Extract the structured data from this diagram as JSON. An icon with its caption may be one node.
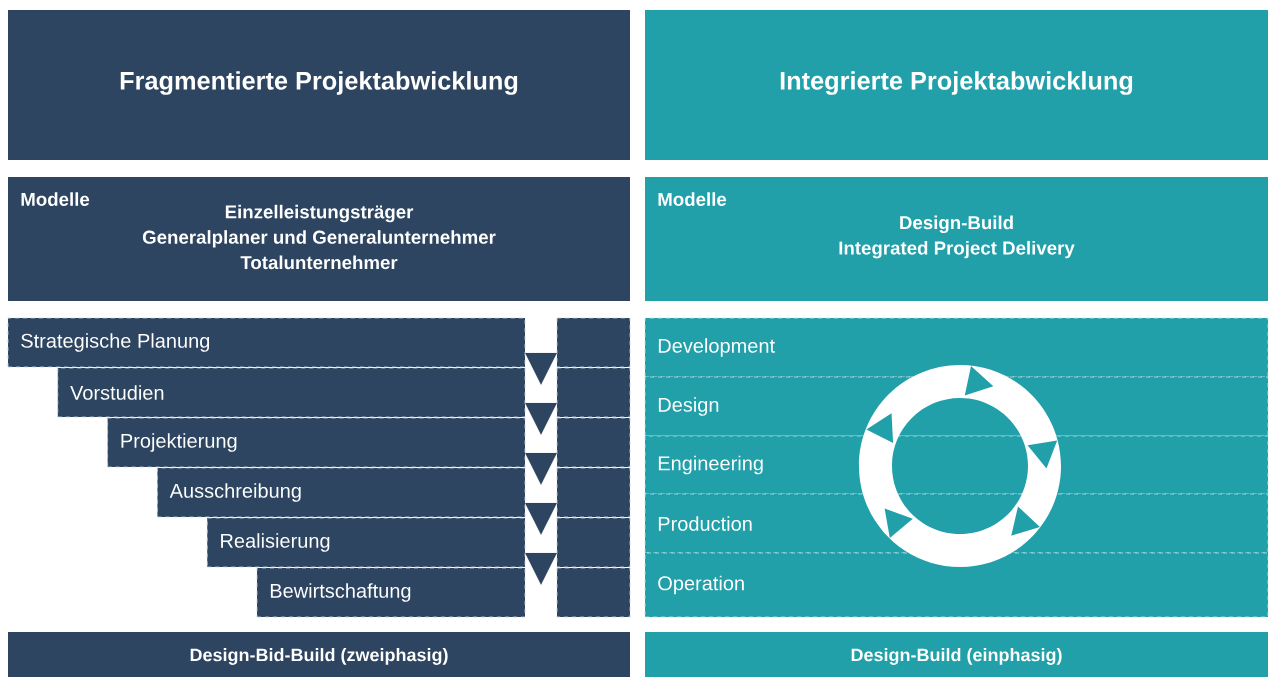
{
  "diagram": {
    "nodes": [
      {
        "text": [
          "Fragmentierte Projektabwicklung"
        ]
      },
      {
        "text": [
          "Integrierte Projektabwicklung"
        ]
      },
      {
        "text": [
          "Modelle",
          "Einzelleistungsträger",
          "Generalplaner und Generalunternehmer",
          "Totalunternehmer"
        ]
      },
      {
        "text": [
          "Modelle",
          "Design-Build",
          "Integrated Project Delivery"
        ]
      },
      {
        "text": [
          "Strategische Planung"
        ]
      },
      {
        "text": [
          "Vorstudien"
        ]
      },
      {
        "text": [
          "Projektierung"
        ]
      },
      {
        "text": [
          "Ausschreibung"
        ]
      },
      {
        "text": [
          "Realisierung"
        ]
      },
      {
        "text": [
          "Bewirtschaftung"
        ]
      },
      {
        "text": [
          "Development"
        ]
      },
      {
        "text": [
          "Design"
        ]
      },
      {
        "text": [
          "Engineering"
        ]
      },
      {
        "text": [
          "Production"
        ]
      },
      {
        "text": [
          "Operation"
        ]
      },
      {
        "text": [
          "Design-Bid-Build (zweiphasig)"
        ]
      },
      {
        "text": [
          "Design-Build (einphasig)"
        ]
      }
    ],
    "edges": [
      {
        "from": 4,
        "to": 5,
        "arrow": "to"
      },
      {
        "from": 5,
        "to": 6,
        "arrow": "to"
      },
      {
        "from": 6,
        "to": 7,
        "arrow": "to"
      },
      {
        "from": 7,
        "to": 8,
        "arrow": "to"
      },
      {
        "from": 8,
        "to": 9,
        "arrow": "to"
      }
    ]
  }
}
